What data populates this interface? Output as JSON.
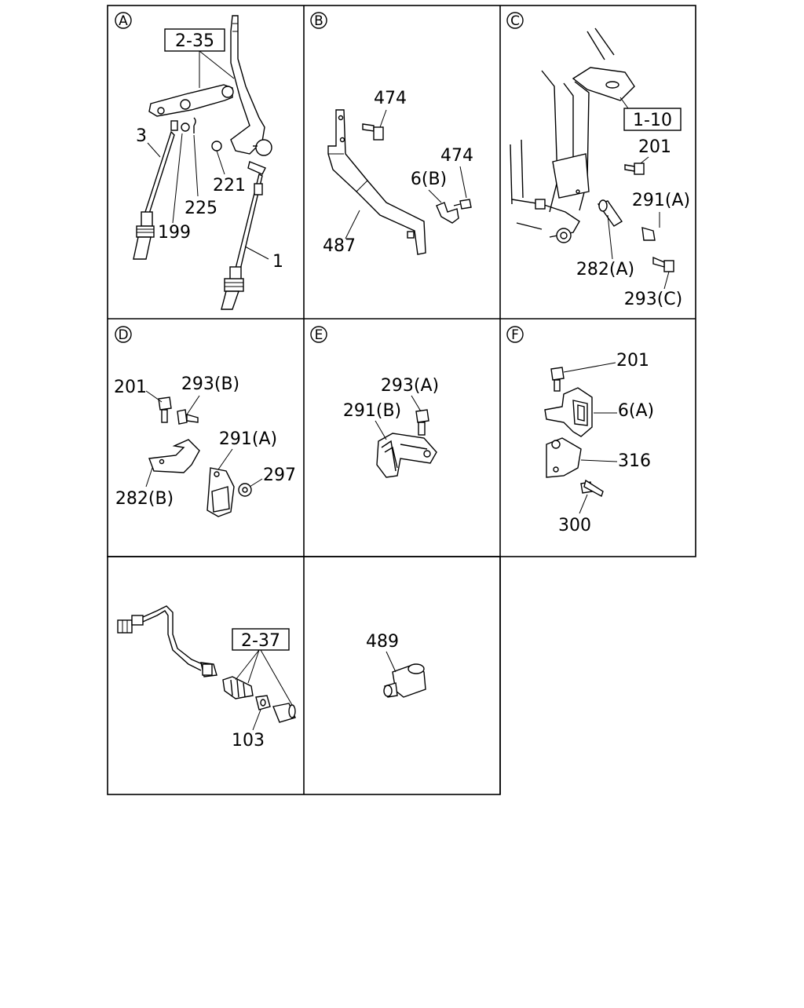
{
  "panels": [
    {
      "id": "A",
      "letter": "A"
    },
    {
      "id": "B",
      "letter": "B"
    },
    {
      "id": "C",
      "letter": "C"
    },
    {
      "id": "D",
      "letter": "D"
    },
    {
      "id": "E",
      "letter": "E"
    },
    {
      "id": "F",
      "letter": "F"
    }
  ],
  "callouts": {
    "A": {
      "ref": "2-35",
      "p3": "3",
      "p199": "199",
      "p225": "225",
      "p221": "221",
      "p1": "1"
    },
    "B": {
      "p474a": "474",
      "p474b": "474",
      "p6b": "6(B)",
      "p487": "487"
    },
    "C": {
      "ref": "1-10",
      "p201": "201",
      "p291a": "291(A)",
      "p282a": "282(A)",
      "p293c": "293(C)"
    },
    "D": {
      "p201": "201",
      "p293b": "293(B)",
      "p291a": "291(A)",
      "p297": "297",
      "p282b": "282(B)"
    },
    "E": {
      "p293a": "293(A)",
      "p291b": "291(B)"
    },
    "F": {
      "p201": "201",
      "p6a": "6(A)",
      "p316": "316",
      "p300": "300"
    },
    "G": {
      "ref": "2-37",
      "p103": "103"
    },
    "H": {
      "p489": "489"
    }
  }
}
